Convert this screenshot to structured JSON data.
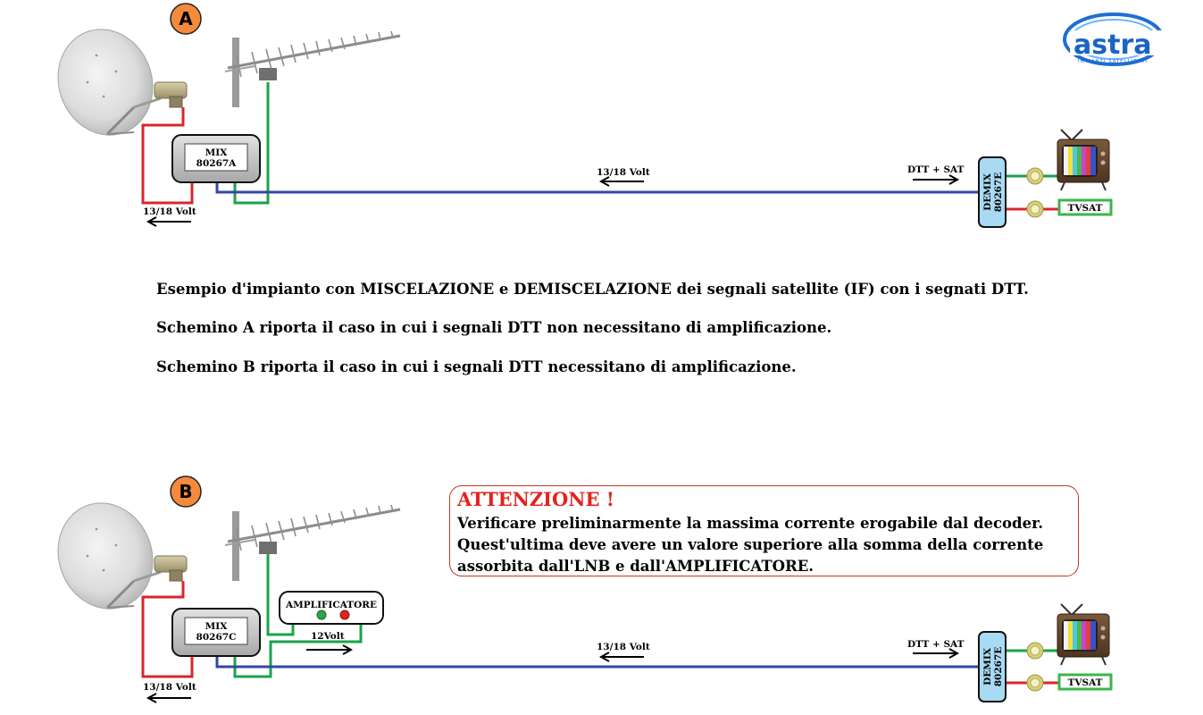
{
  "colors": {
    "sat_cable": "#d9262b",
    "dtt_cable": "#19a34a",
    "trunk_cable": "#3346a8",
    "badge": "#f58a3c",
    "warning_red": "#e3231e",
    "demix_fill": "#a9daf3",
    "mix_fill": "#c8c8c8",
    "connector": "#d7cf7a",
    "led_green": "#2ca64a",
    "led_red": "#e3231e"
  },
  "logo": {
    "text": "astra",
    "subtitle": "IMPIANTI SATELLITARI"
  },
  "diagram_a": {
    "badge": "A",
    "mix_label_1": "MIX",
    "mix_label_2": "80267A",
    "lnb_voltage": "13/18 Volt",
    "trunk_voltage": "13/18 Volt",
    "demix_in_label": "DTT + SAT",
    "demix_label_1": "DEMIX",
    "demix_label_2": "80267E",
    "tvsat_label": "TVSAT"
  },
  "description": {
    "line1": "Esempio  d'impianto con MISCELAZIONE e DEMISCELAZIONE dei segnali satellite (IF)  con i segnati DTT.",
    "line2": "Schemino A  riporta il caso in cui i segnali DTT non necessitano di amplificazione.",
    "line3": "Schemino B  riporta il caso in cui i segnali DTT  necessitano di amplificazione."
  },
  "diagram_b": {
    "badge": "B",
    "mix_label_1": "MIX",
    "mix_label_2": "80267C",
    "amp_label": "AMPLIFICATORE",
    "amp_voltage": "12Volt",
    "lnb_voltage": "13/18 Volt",
    "trunk_voltage": "13/18 Volt",
    "demix_in_label": "DTT + SAT",
    "demix_label_1": "DEMIX",
    "demix_label_2": "80267E",
    "tvsat_label": "TVSAT"
  },
  "warning": {
    "title": "ATTENZIONE !",
    "line1": "Verificare preliminarmente la massima corrente erogabile dal decoder.",
    "line2": "Quest'ultima deve avere un valore superiore alla somma della corrente",
    "line3": "assorbita dall'LNB e dall'AMPLIFICATORE."
  }
}
